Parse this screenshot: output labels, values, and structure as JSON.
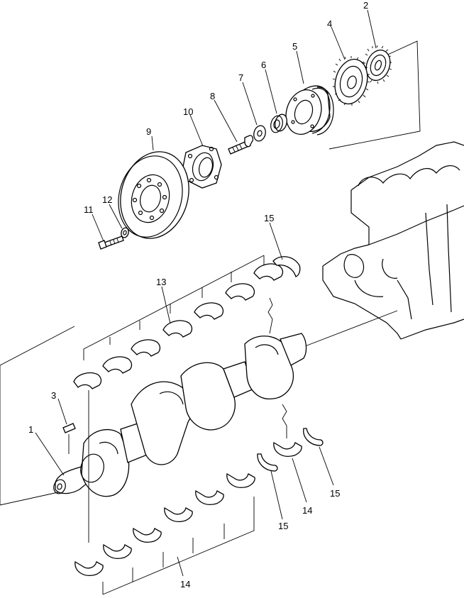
{
  "callouts": {
    "c1": "1",
    "c2": "2",
    "c3": "3",
    "c4": "4",
    "c5": "5",
    "c6": "6",
    "c7": "7",
    "c8": "8",
    "c9": "9",
    "c10": "10",
    "c11": "11",
    "c12": "12",
    "c13": "13",
    "c14a": "14",
    "c14b": "14",
    "c15a": "15",
    "c15b": "15",
    "c15c": "15"
  }
}
